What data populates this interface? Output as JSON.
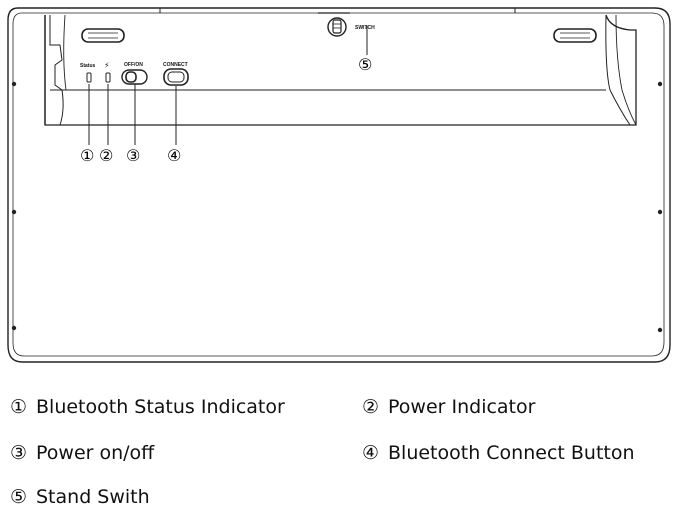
{
  "panel_labels": {
    "status": "Status",
    "power_symbol": "⚡",
    "off_on": "OFF/ON",
    "connect": "CONNECT",
    "switch": "SWITCH"
  },
  "callouts": [
    "①",
    "②",
    "③",
    "④",
    "⑤"
  ],
  "legend": [
    {
      "num": "①",
      "text": "Bluetooth Status Indicator"
    },
    {
      "num": "②",
      "text": "Power Indicator"
    },
    {
      "num": "③",
      "text": "Power on/off"
    },
    {
      "num": "④",
      "text": "Bluetooth Connect Button"
    },
    {
      "num": "⑤",
      "text": "Stand Swith"
    }
  ]
}
